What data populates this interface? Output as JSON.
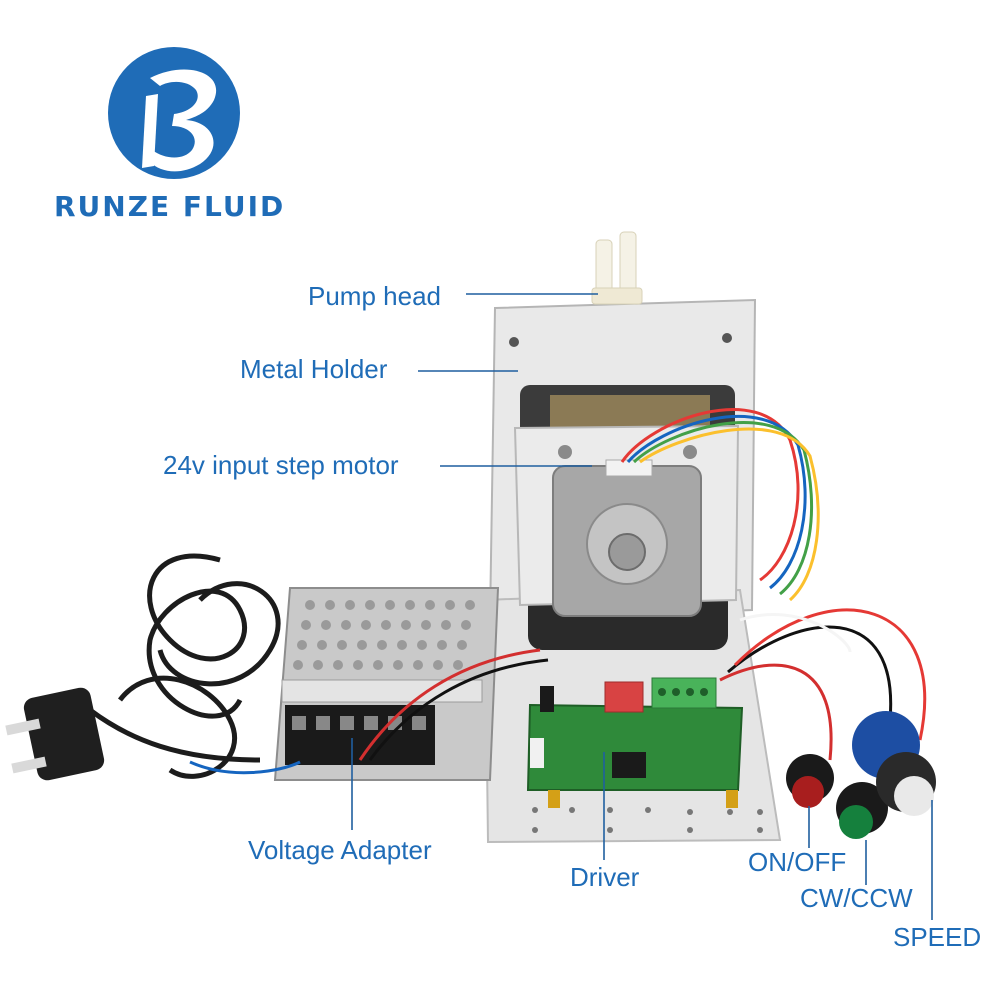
{
  "brand": {
    "name": "RUNZE FLUID",
    "logo_color": "#1f6cb7"
  },
  "labels": {
    "pump_head": "Pump head",
    "metal_holder": "Metal Holder",
    "step_motor": "24v input step motor",
    "voltage_adapter": "Voltage Adapter",
    "driver": "Driver",
    "on_off": "ON/OFF",
    "cw_ccw": "CW/CCW",
    "speed": "SPEED"
  },
  "colors": {
    "label_text": "#1f6cb7",
    "leader_line": "#1f5f9f",
    "holder_metal": "#e6e6e6",
    "motor_body": "#a8a8a8",
    "pcb_green": "#2f8a3a",
    "terminal_green": "#49b35a",
    "button_red": "#a81e1e",
    "button_green": "#15803d",
    "knob_blue": "#1d4ea3"
  }
}
